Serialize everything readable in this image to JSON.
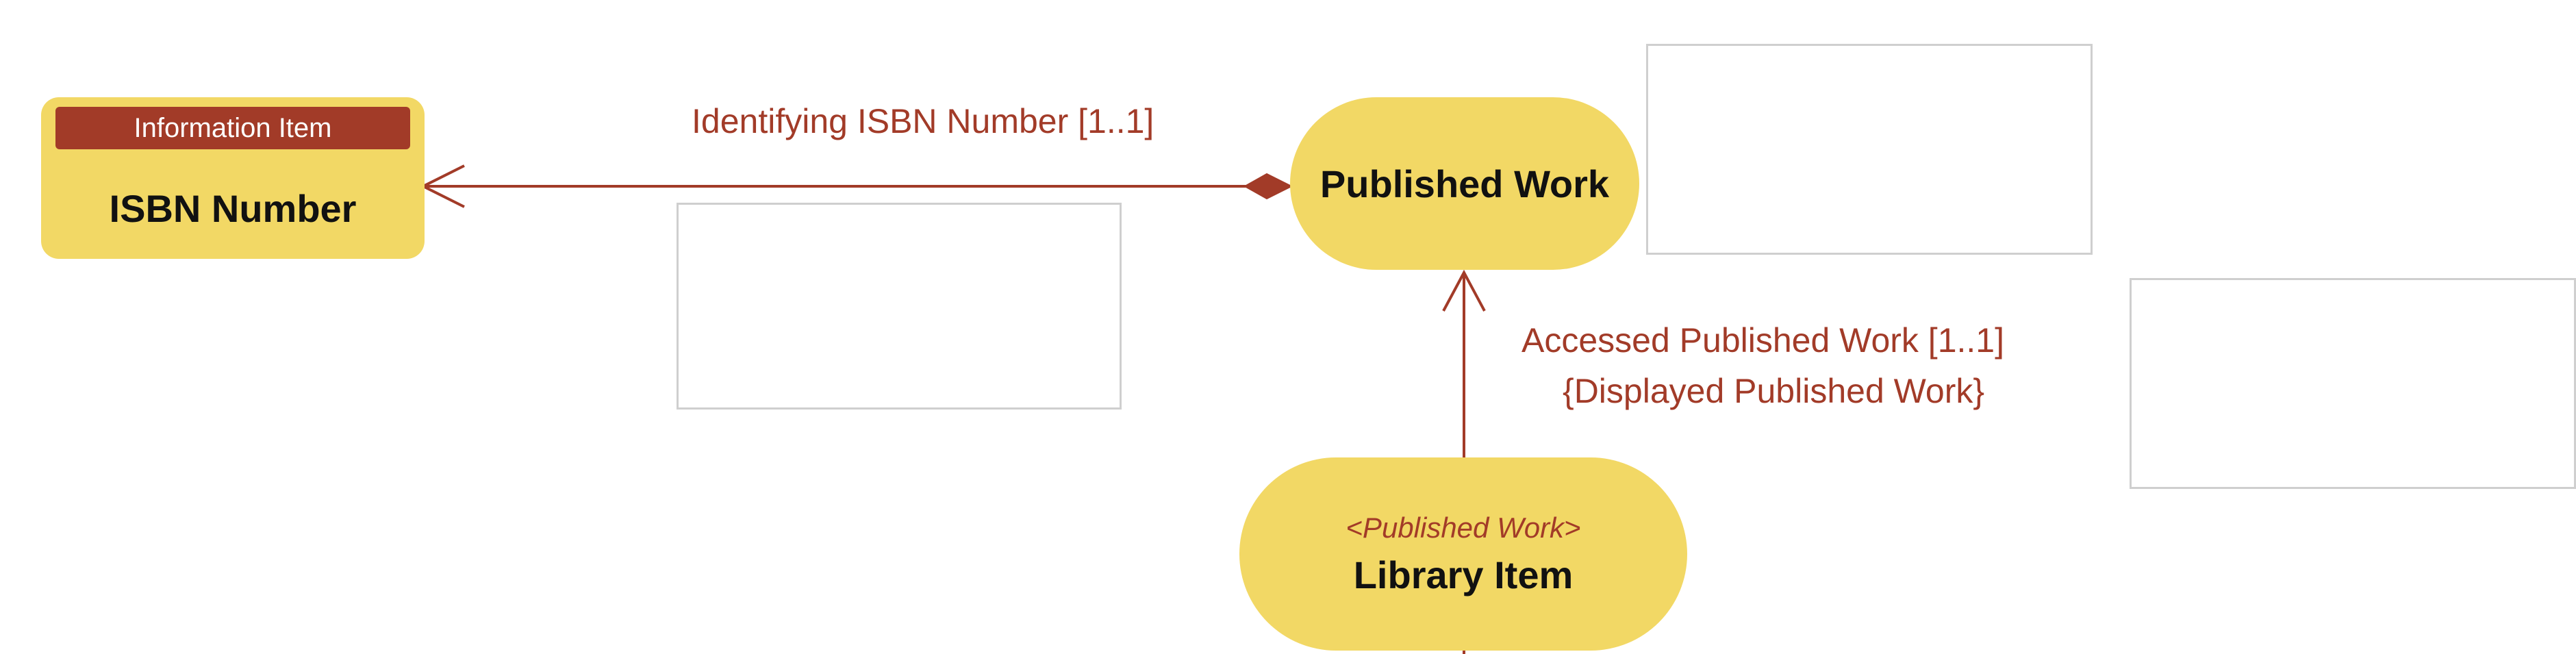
{
  "colors": {
    "node_fill": "#f2d865",
    "badge_fill": "#a23b28",
    "connector": "#a23b28",
    "note_border": "#cfcfcf"
  },
  "nodes": {
    "information_item": {
      "badge": "Information Item",
      "title": "ISBN Number"
    },
    "published_work": {
      "title": "Published Work"
    },
    "library_item": {
      "stereotype": "<Published Work>",
      "title": "Library Item"
    }
  },
  "edges": {
    "isbn": {
      "label": "Identifying ISBN Number [1..1]",
      "source_end": "diamond",
      "target_end": "open-arrow"
    },
    "accessed": {
      "label": "Accessed Published Work [1..1]",
      "constraint": "{Displayed Published Work}",
      "target_end": "open-arrow"
    }
  }
}
